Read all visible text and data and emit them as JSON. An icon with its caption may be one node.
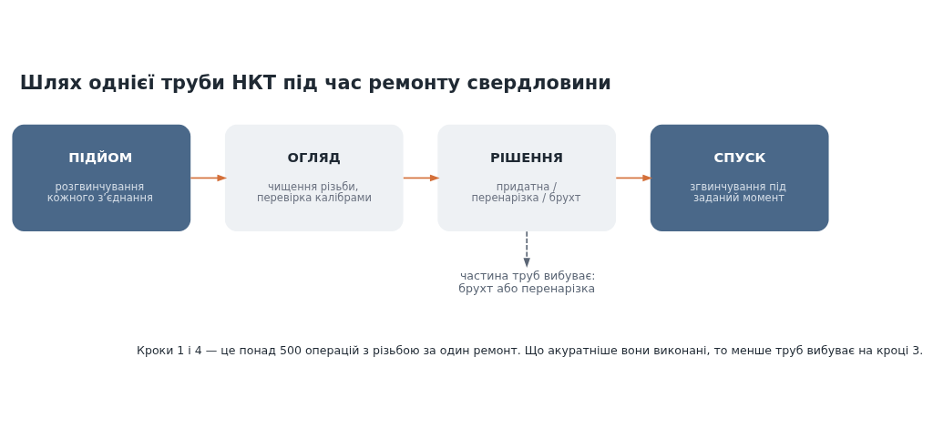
{
  "diagram": {
    "title": "Шлях однієї труби НКТ під час ремонту свердловини",
    "nodes": [
      {
        "text": [
          "ПІДЙОМ",
          "розгвинчування кожного з’єднання"
        ]
      },
      {
        "text": [
          "ОГЛЯД",
          "чищення різьби, перевірка калібрами"
        ]
      },
      {
        "text": [
          "РІШЕННЯ",
          "придатна / перенарізка / брухт"
        ]
      },
      {
        "text": [
          "СПУСК",
          "згвинчування під заданий момент"
        ]
      },
      {
        "text": [
          "частина труб вибуває: брухт або перенарізка"
        ]
      }
    ],
    "edges": [
      {
        "from": 0,
        "to": 1,
        "arrow": "to"
      },
      {
        "from": 1,
        "to": 2,
        "arrow": "to"
      },
      {
        "from": 2,
        "to": 3,
        "arrow": "to"
      },
      {
        "from": 2,
        "to": 4,
        "arrow": "to",
        "style": "dashed",
        "color": "#5b6675"
      }
    ],
    "labels": [
      "Кроки 1 і 4 — це понад 500 операцій з різьбою за один ремонт. Що акуратніше вони виконані, то менше труб вибуває на кроці 3."
    ]
  }
}
